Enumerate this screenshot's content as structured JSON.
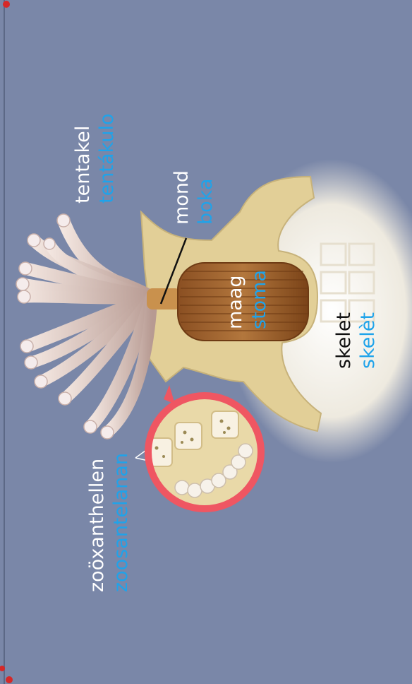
{
  "labels": {
    "tentacle": {
      "nl": "tentakel",
      "pap": "tentákulo"
    },
    "mouth": {
      "nl": "mond",
      "pap": "boka"
    },
    "stomach": {
      "nl": "maag",
      "pap": "stoma"
    },
    "skeleton": {
      "nl": "skelet",
      "pap": "skelèt"
    },
    "zooxanthellae": {
      "nl": "zoöxanthellen",
      "pap": "zoosantelanan"
    }
  },
  "colors": {
    "background": "#7a87a8",
    "label_primary": "#ffffff",
    "label_secondary": "#1fa3ea",
    "label_on_skeleton": "#111111",
    "magnifier_ring": "#ef5662",
    "corner_dots": "#d62828"
  }
}
